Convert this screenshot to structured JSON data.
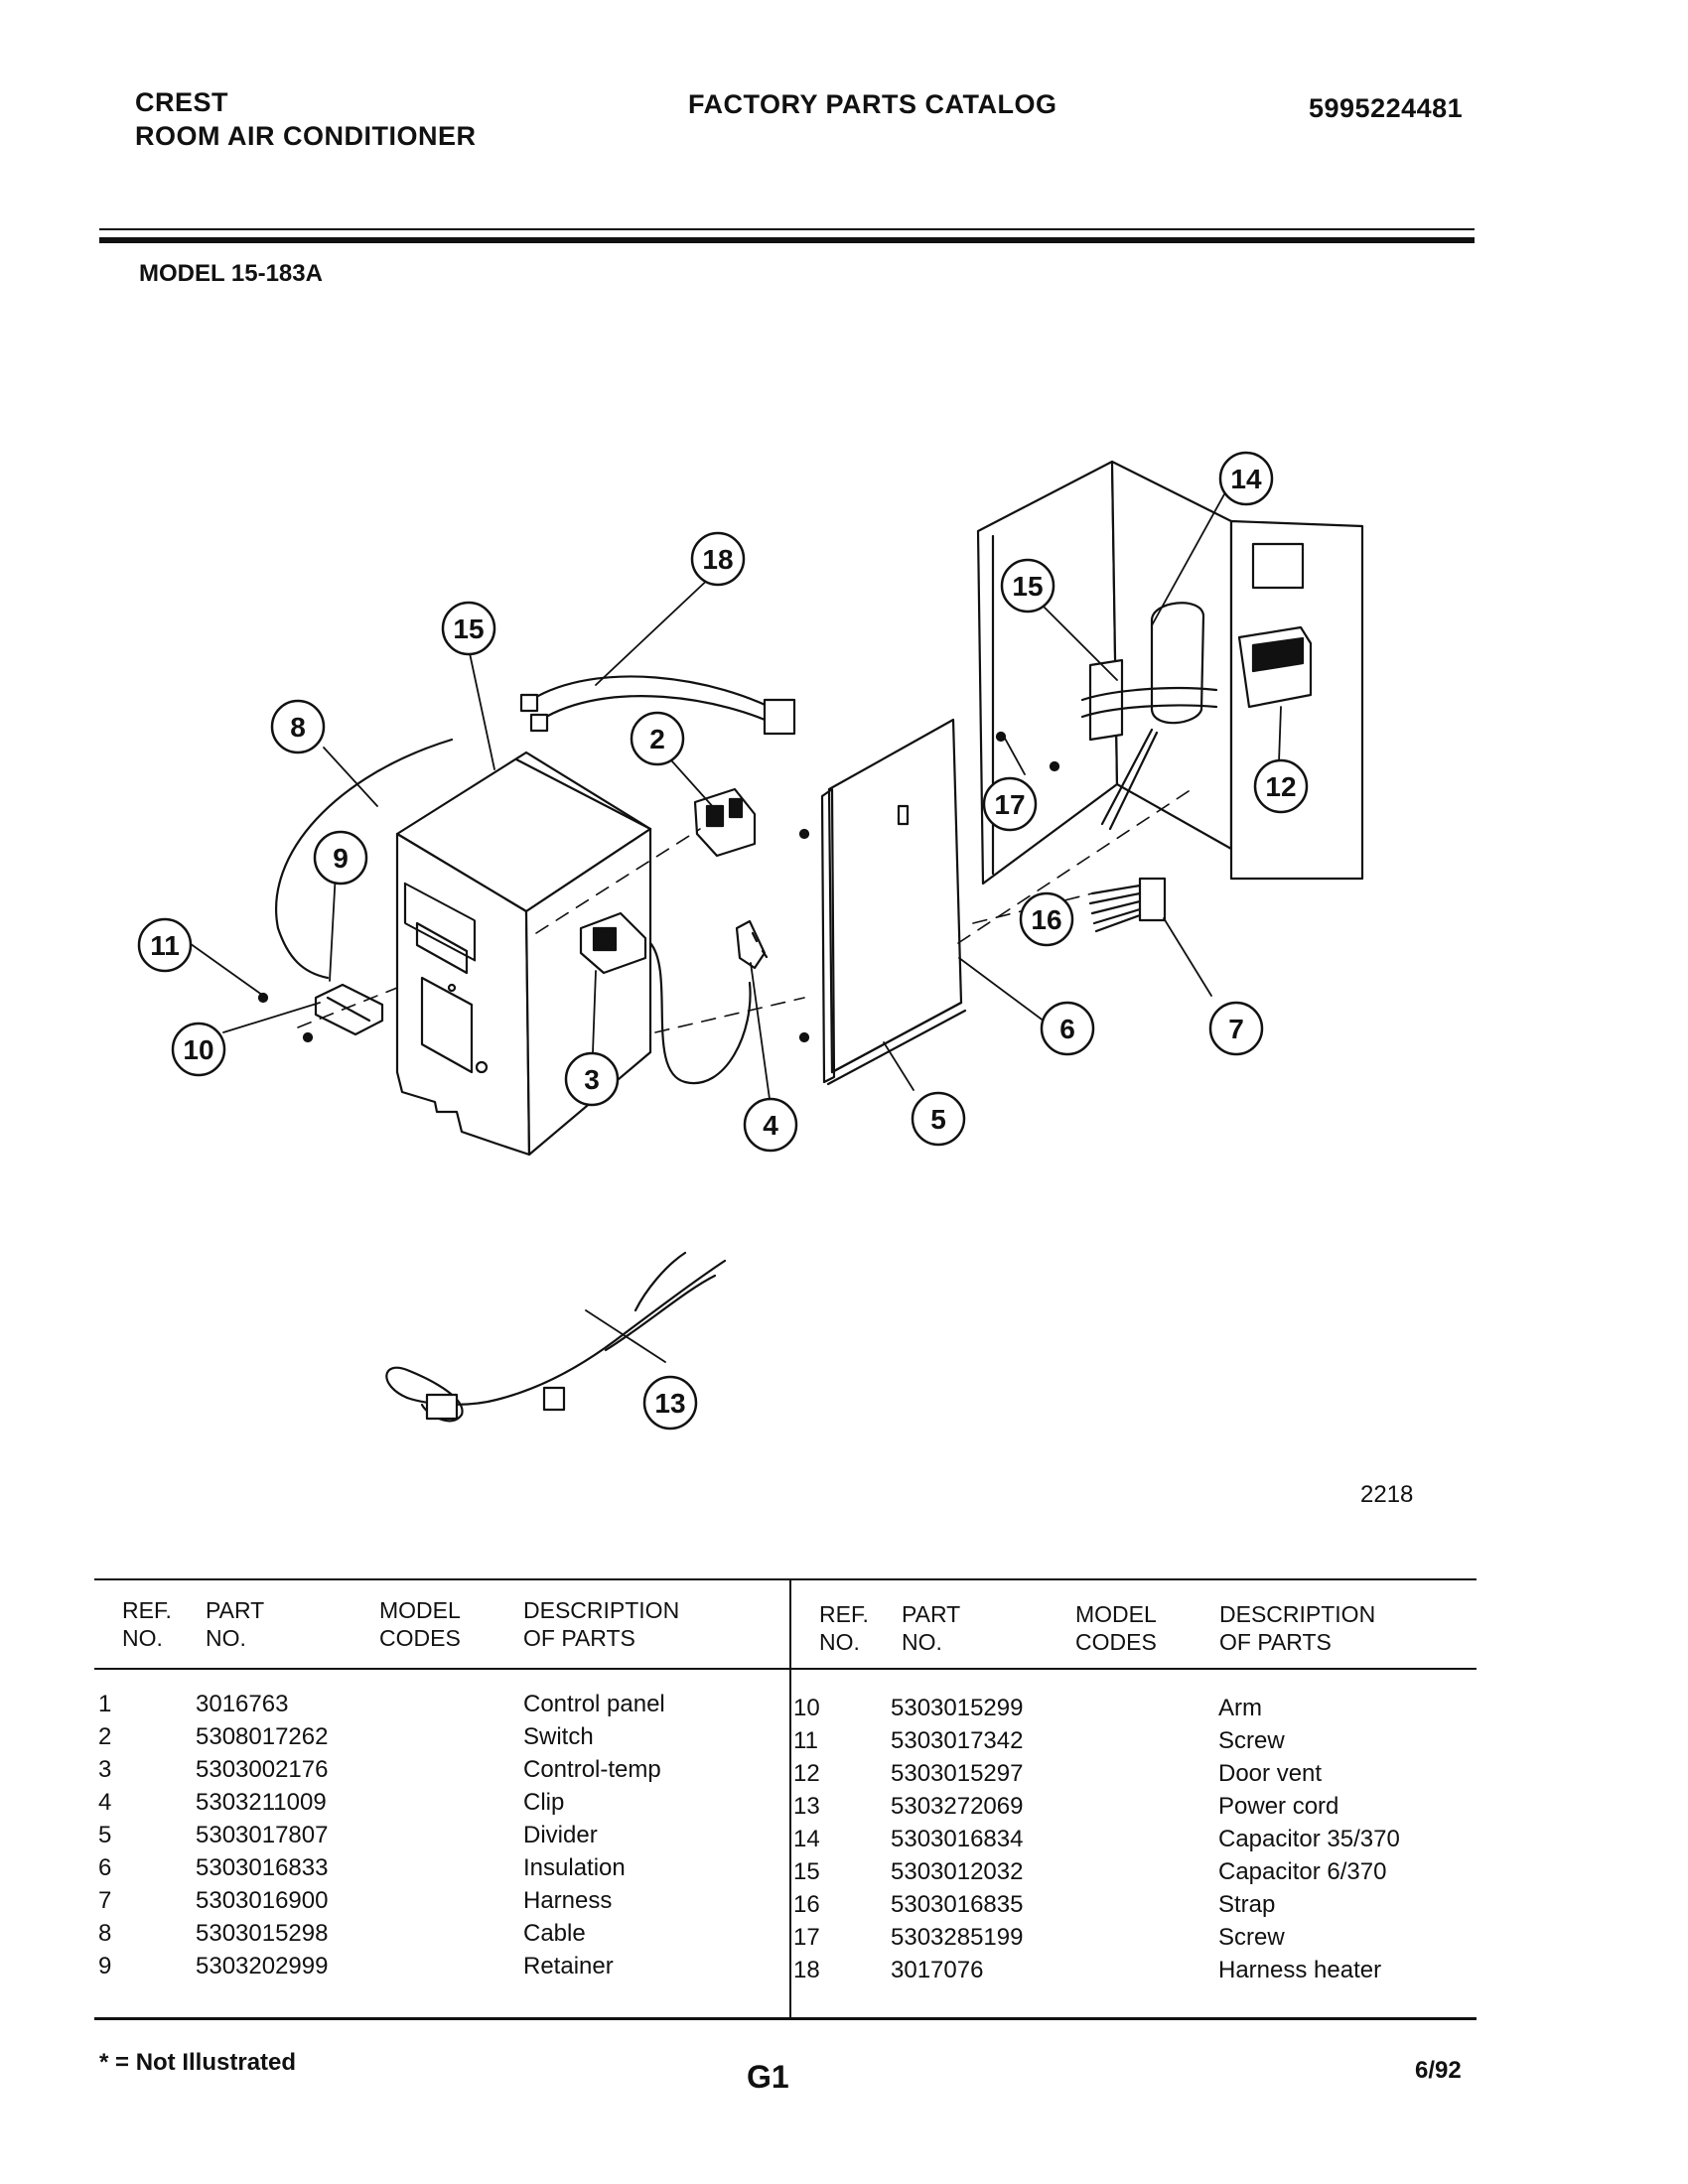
{
  "header": {
    "brand": "CREST",
    "product": "ROOM AIR CONDITIONER",
    "catalog_title": "FACTORY PARTS CATALOG",
    "catalog_number": "5995224481"
  },
  "model": "MODEL 15-183A",
  "figure_number": "2218",
  "callouts": [
    "2",
    "3",
    "4",
    "5",
    "6",
    "7",
    "8",
    "9",
    "10",
    "11",
    "12",
    "13",
    "14",
    "15",
    "16",
    "17",
    "18"
  ],
  "table": {
    "headers": {
      "ref": [
        "REF.",
        "NO."
      ],
      "part": [
        "PART",
        "NO."
      ],
      "model": [
        "MODEL",
        "CODES"
      ],
      "desc": [
        "DESCRIPTION",
        "OF PARTS"
      ]
    },
    "left": [
      {
        "ref": "1",
        "part": "3016763",
        "desc": "Control panel"
      },
      {
        "ref": "2",
        "part": "5308017262",
        "desc": "Switch"
      },
      {
        "ref": "3",
        "part": "5303002176",
        "desc": "Control-temp"
      },
      {
        "ref": "4",
        "part": "5303211009",
        "desc": "Clip"
      },
      {
        "ref": "5",
        "part": "5303017807",
        "desc": "Divider"
      },
      {
        "ref": "6",
        "part": "5303016833",
        "desc": "Insulation"
      },
      {
        "ref": "7",
        "part": "5303016900",
        "desc": "Harness"
      },
      {
        "ref": "8",
        "part": "5303015298",
        "desc": "Cable"
      },
      {
        "ref": "9",
        "part": "5303202999",
        "desc": "Retainer"
      }
    ],
    "right": [
      {
        "ref": "10",
        "part": "5303015299",
        "desc": "Arm"
      },
      {
        "ref": "11",
        "part": "5303017342",
        "desc": "Screw"
      },
      {
        "ref": "12",
        "part": "5303015297",
        "desc": "Door vent"
      },
      {
        "ref": "13",
        "part": "5303272069",
        "desc": "Power cord"
      },
      {
        "ref": "14",
        "part": "5303016834",
        "desc": "Capacitor 35/370"
      },
      {
        "ref": "15",
        "part": "5303012032",
        "desc": "Capacitor 6/370"
      },
      {
        "ref": "16",
        "part": "5303016835",
        "desc": "Strap"
      },
      {
        "ref": "17",
        "part": "5303285199",
        "desc": "Screw"
      },
      {
        "ref": "18",
        "part": "3017076",
        "desc": "Harness heater"
      }
    ]
  },
  "footer": {
    "note": "* = Not Illustrated",
    "page": "G1",
    "date": "6/92"
  }
}
